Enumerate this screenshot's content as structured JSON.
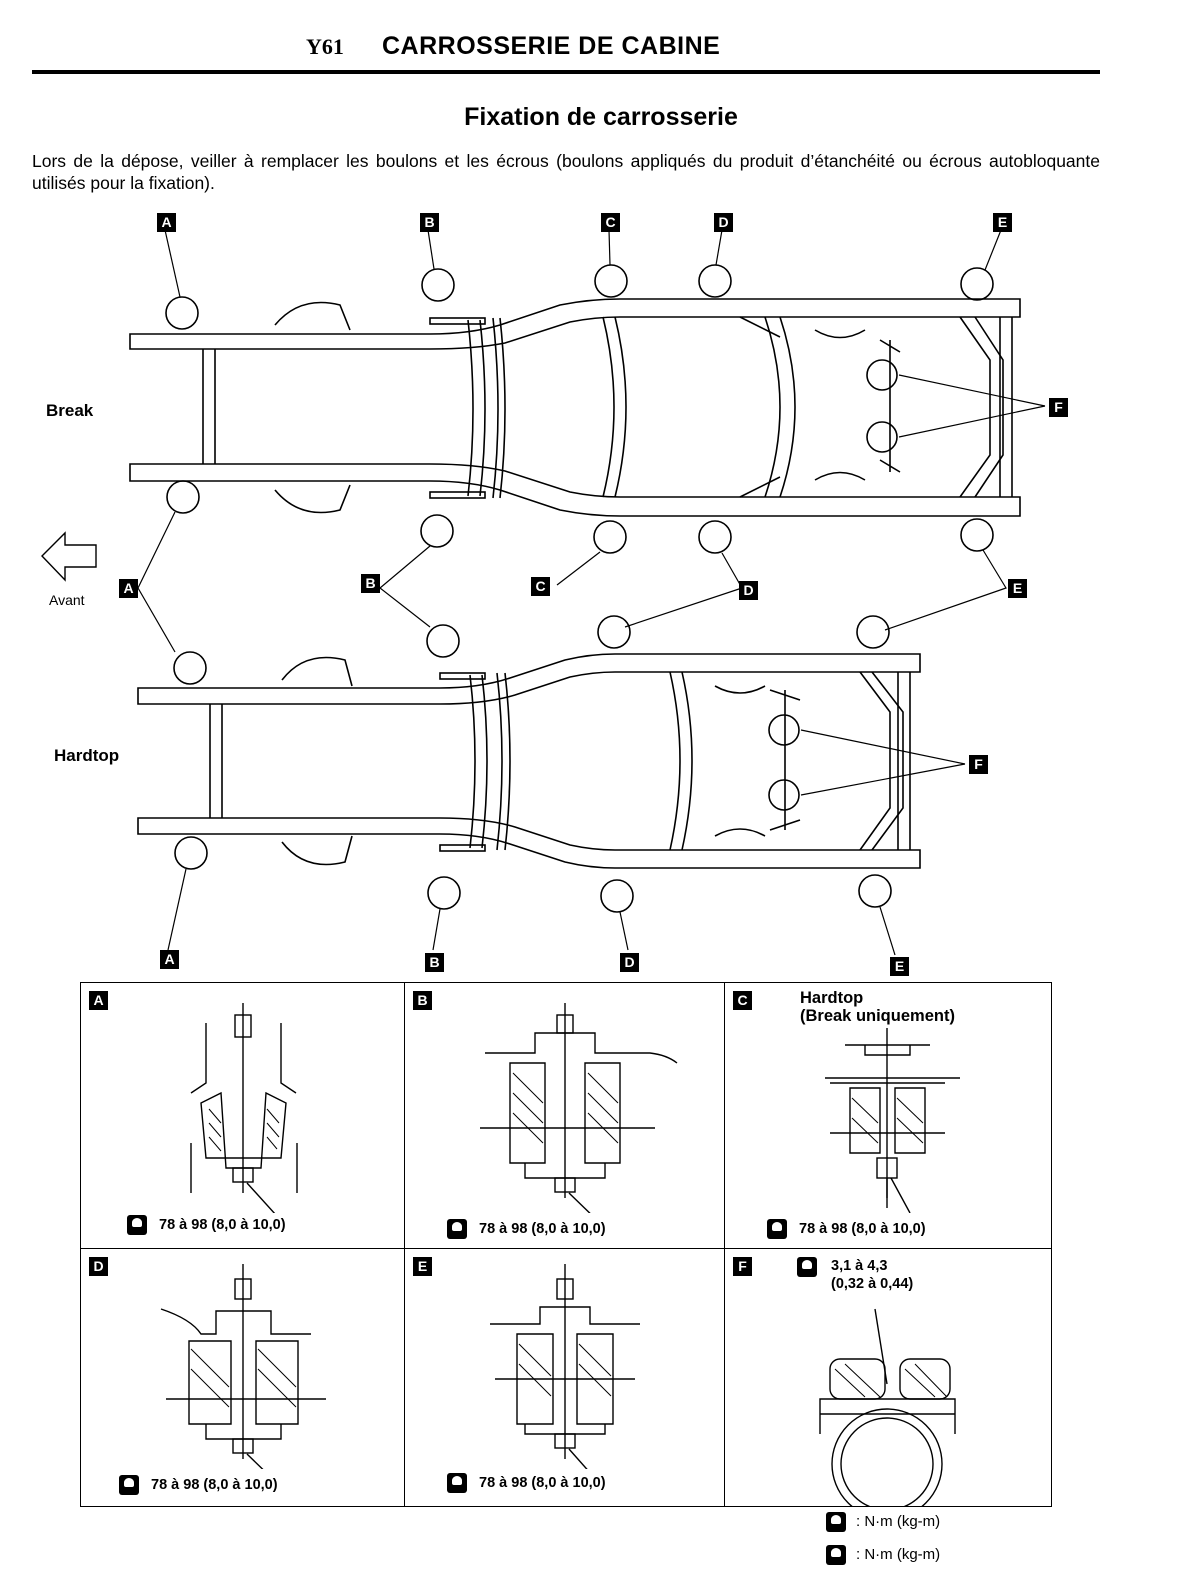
{
  "header": {
    "model_code": "Y61",
    "section_title": "CARROSSERIE DE CABINE"
  },
  "title": "Fixation de carrosserie",
  "intro": "Lors de la dépose, veiller à remplacer les boulons et les écrous (boulons appliqués du produit d’étanchéité ou écrous autobloquante utilisés pour la fixation).",
  "diagram": {
    "label_break": "Break",
    "label_hardtop": "Hardtop",
    "front_label": "Avant",
    "points": {
      "A": "A",
      "B": "B",
      "C": "C",
      "D": "D",
      "E": "E",
      "F": "F"
    }
  },
  "details": {
    "A": {
      "label": "A",
      "torque": "78 à 98 (8,0 à 10,0)"
    },
    "B": {
      "label": "B",
      "torque": "78 à 98 (8,0 à 10,0)"
    },
    "C": {
      "label": "C",
      "note_line1": "Hardtop",
      "note_line2": "(Break uniquement)",
      "torque": "78 à 98 (8,0 à 10,0)"
    },
    "D": {
      "label": "D",
      "torque": "78 à 98 (8,0 à 10,0)"
    },
    "E": {
      "label": "E",
      "torque": "78 à 98 (8,0 à 10,0)"
    },
    "F": {
      "label": "F",
      "torque_line1": "3,1 à 4,3",
      "torque_line2": "(0,32 à 0,44)"
    }
  },
  "legend": [
    {
      "icon": "torque-wrench-icon",
      "text": ": N·m (kg-m)"
    },
    {
      "icon": "torque-wrench-icon",
      "text": ": N·m (kg-m)"
    }
  ]
}
